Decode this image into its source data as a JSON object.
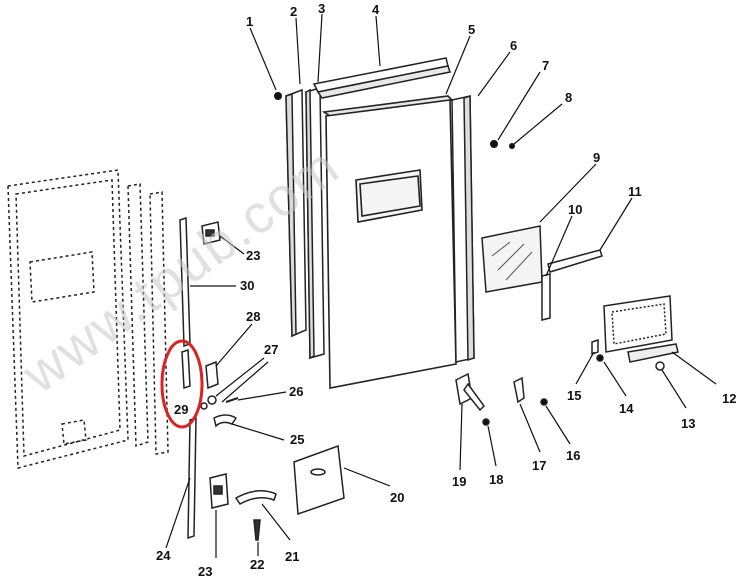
{
  "watermark": "www.tpub.com",
  "highlight_color": "#e02020",
  "callouts": {
    "c1": "1",
    "c2": "2",
    "c3": "3",
    "c4": "4",
    "c5": "5",
    "c6": "6",
    "c7": "7",
    "c8": "8",
    "c9": "9",
    "c10": "10",
    "c11": "11",
    "c12": "12",
    "c13": "13",
    "c14": "14",
    "c15": "15",
    "c16": "16",
    "c17": "17",
    "c18": "18",
    "c19": "19",
    "c20": "20",
    "c21": "21",
    "c22": "22",
    "c23a": "23",
    "c23b": "23",
    "c24": "24",
    "c25": "25",
    "c26": "26",
    "c27": "27",
    "c28": "28",
    "c29": "29",
    "c30": "30"
  }
}
